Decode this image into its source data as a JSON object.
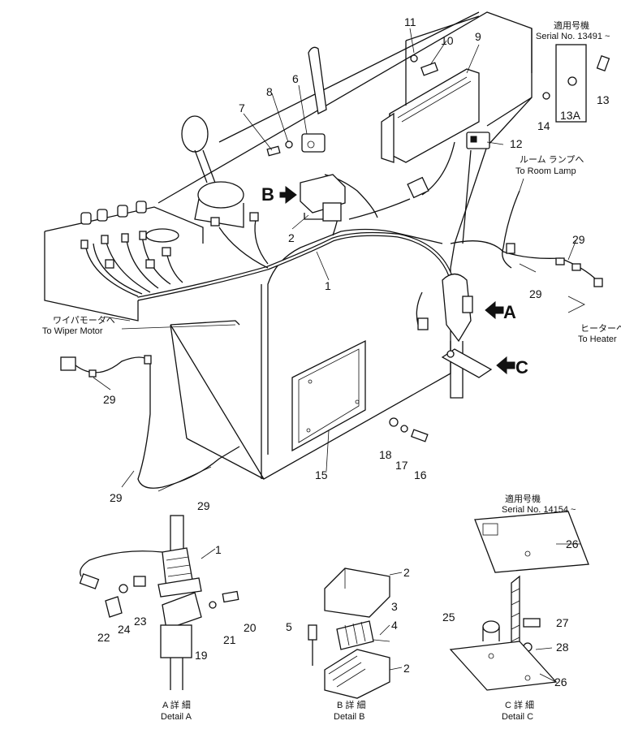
{
  "part_numbers": {
    "p1": "1",
    "p1b": "1",
    "p2": "2",
    "p2b": "2",
    "p2c": "2",
    "p3": "3",
    "p4": "4",
    "p5": "5",
    "p6": "6",
    "p7": "7",
    "p8": "8",
    "p9": "9",
    "p10": "10",
    "p11": "11",
    "p12": "12",
    "p13": "13",
    "p13a": "13A",
    "p14": "14",
    "p15": "15",
    "p16": "16",
    "p17": "17",
    "p18": "18",
    "p19": "19",
    "p20": "20",
    "p21": "21",
    "p22": "22",
    "p23": "23",
    "p24": "24",
    "p25": "25",
    "p26a": "26",
    "p26b": "26",
    "p27": "27",
    "p28": "28",
    "p29a": "29",
    "p29b": "29",
    "p29c": "29",
    "p29d": "29",
    "p29e": "29"
  },
  "arrows": {
    "a": "A",
    "b": "B",
    "c": "C"
  },
  "serial_top": {
    "jp": "適用号機",
    "en": "Serial No. 13491 ~"
  },
  "serial_bottom": {
    "jp": "適用号機",
    "en": "Serial No. 14154 ~"
  },
  "room_lamp": {
    "jp": "ルーム ランプへ",
    "en": "To Room Lamp"
  },
  "heater": {
    "jp": "ヒーターへ",
    "en": "To Heater"
  },
  "wiper": {
    "jp": "ワイパモータへ",
    "en": "To Wiper Motor"
  },
  "details": {
    "a": {
      "jp": "A 詳 細",
      "en": "Detail A"
    },
    "b": {
      "jp": "B 詳 細",
      "en": "Detail B"
    },
    "c": {
      "jp": "C 詳 細",
      "en": "Detail C"
    }
  }
}
